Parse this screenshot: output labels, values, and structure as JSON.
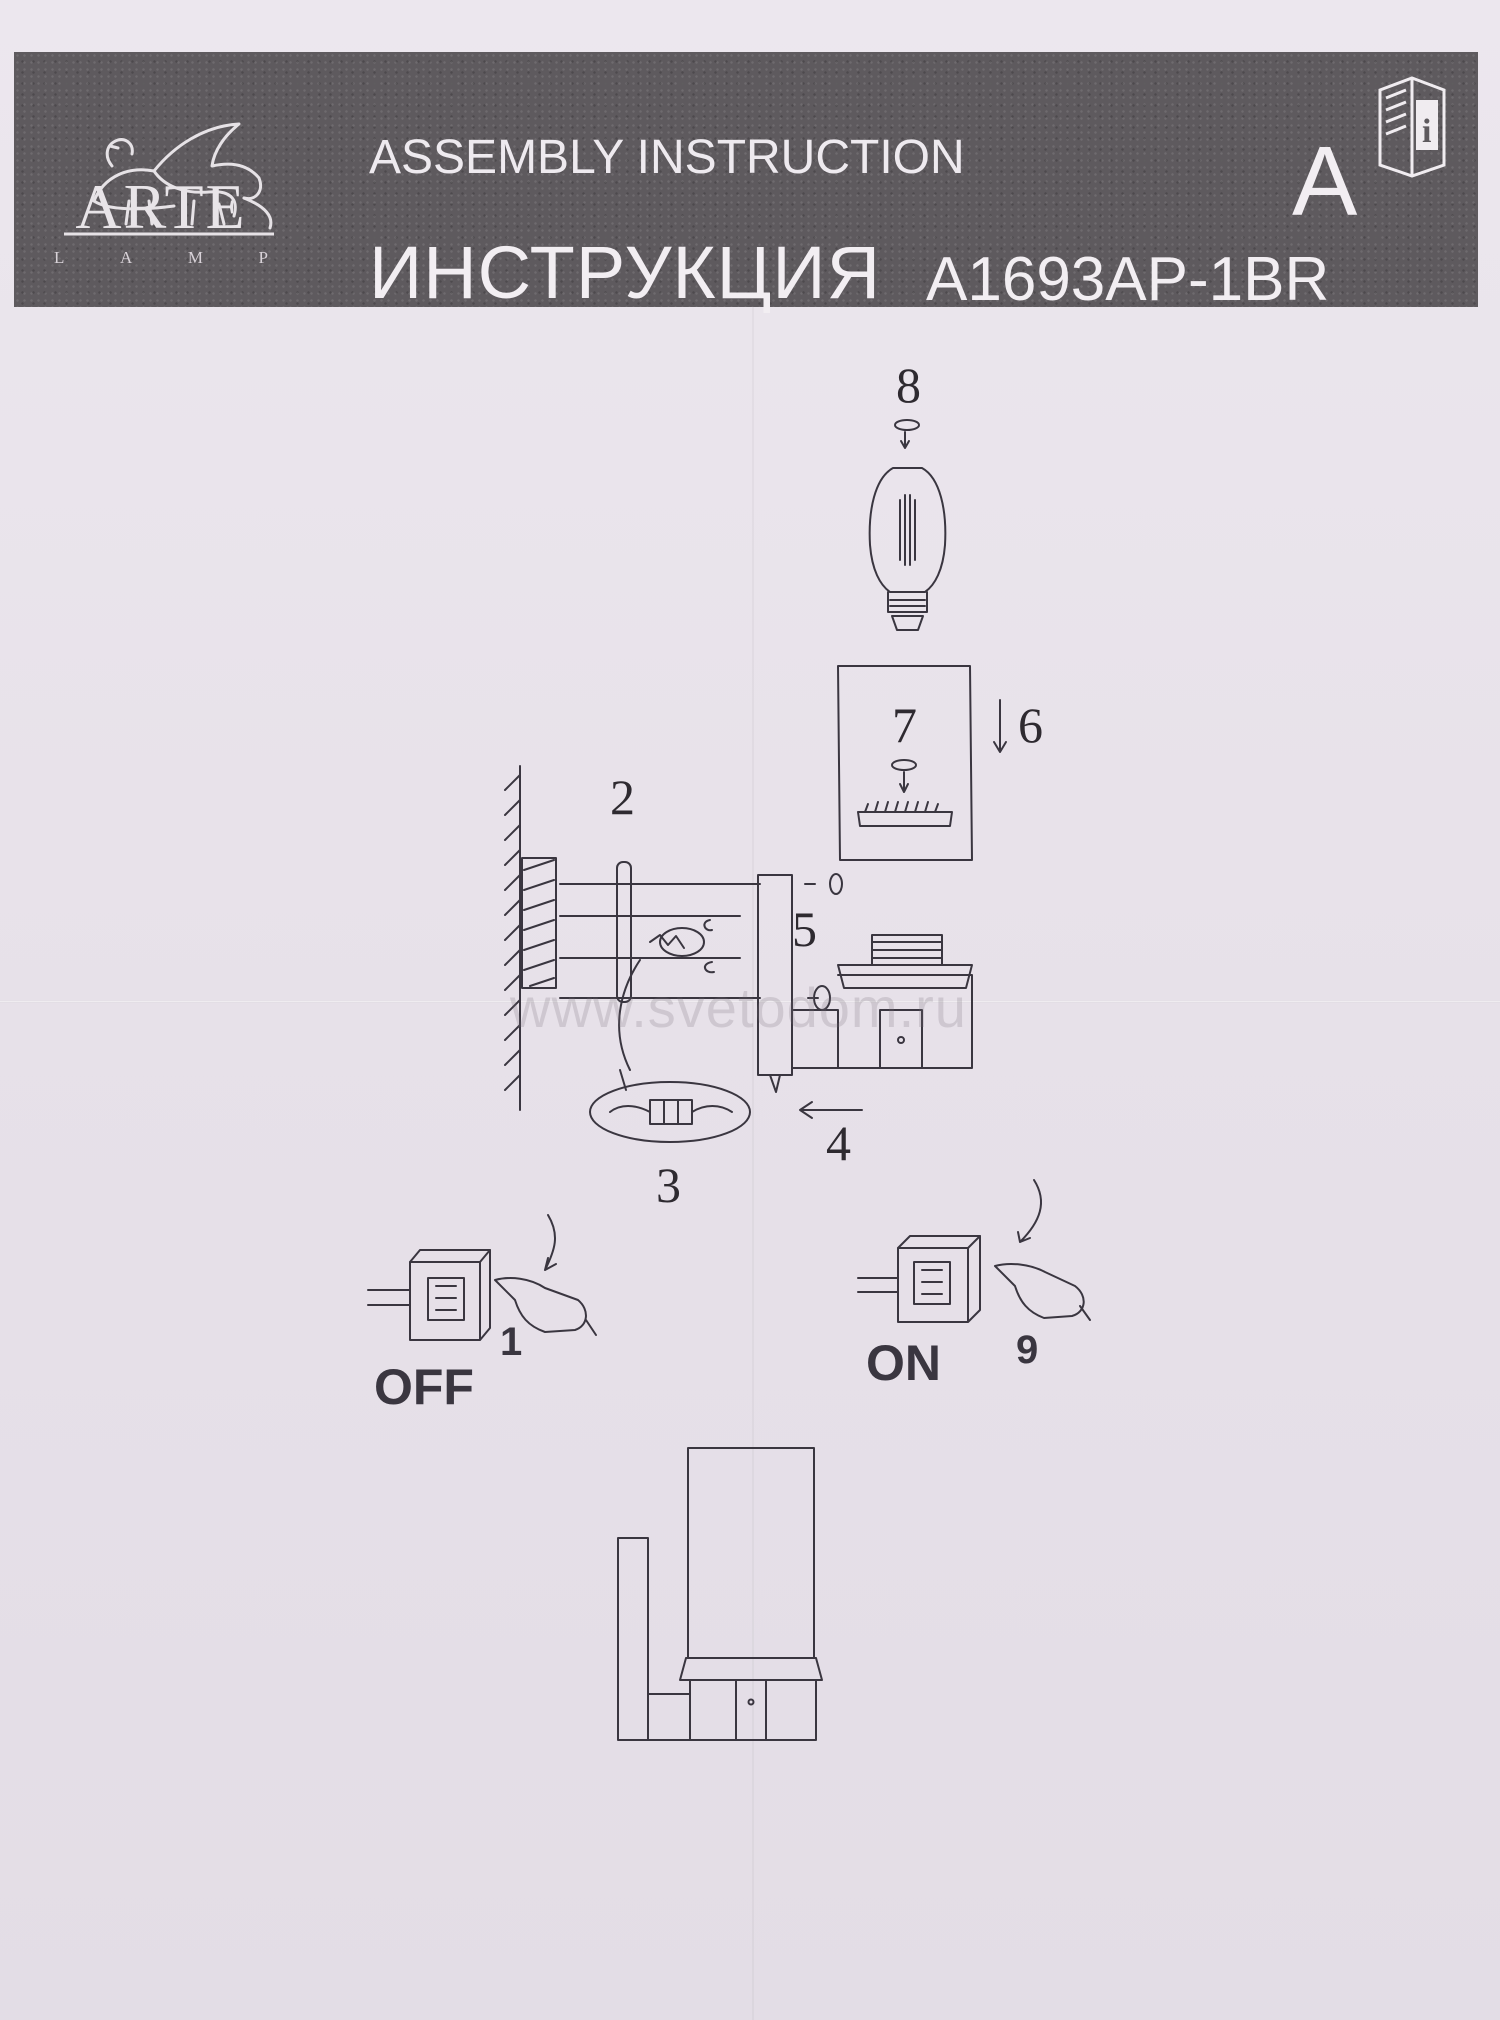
{
  "header": {
    "brand": "ARTE",
    "brand_sub": [
      "L",
      "A",
      "M",
      "P"
    ],
    "title_en": "ASSEMBLY INSTRUCTION",
    "title_ru": "ИНСТРУКЦИЯ",
    "model": "A1693AP-1BR",
    "version": "A"
  },
  "steps": {
    "s1": "1",
    "s2": "2",
    "s3": "3",
    "s4": "4",
    "s5": "5",
    "s6": "6",
    "s7": "7",
    "s8": "8",
    "s9": "9"
  },
  "switch_labels": {
    "off": "OFF",
    "on": "ON"
  },
  "watermark": "www.svetodom.ru",
  "colors": {
    "banner": "#5e5a5e",
    "paper": "#e9e3ea",
    "ink": "#2e2a30"
  }
}
